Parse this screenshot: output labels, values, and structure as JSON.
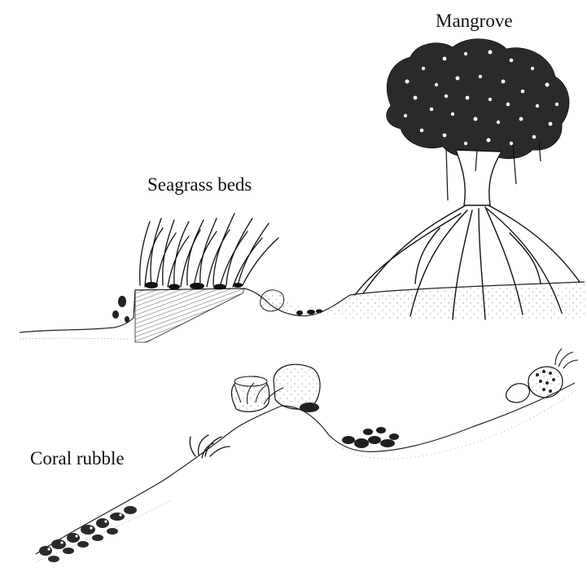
{
  "labels": {
    "mangrove": "Mangrove",
    "seagrass": "Seagrass beds",
    "coral": "Coral rubble"
  },
  "colors": {
    "ink": "#111111",
    "background": "#ffffff"
  }
}
